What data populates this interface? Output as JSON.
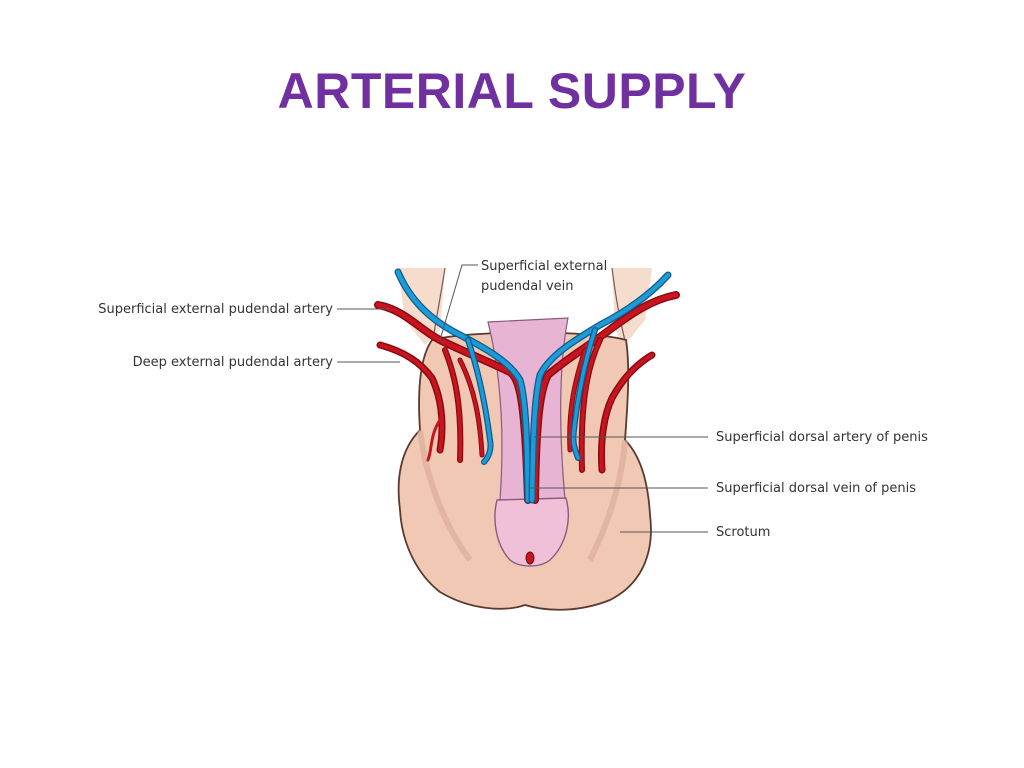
{
  "slide": {
    "title": "ARTERIAL SUPPLY"
  },
  "colors": {
    "title": "#7030a0",
    "artery": "#c8141e",
    "artery_dark": "#8a0a10",
    "vein": "#1e9ad6",
    "vein_dark": "#0c5c8c",
    "skin": "#f0c8b4",
    "skin_edge": "#5a3a30",
    "penis": "#e8b4d4"
  },
  "diagram": {
    "labels": {
      "superficial_external_pudendal_vein_line1": "Superficial external",
      "superficial_external_pudendal_vein_line2": "pudendal vein",
      "superficial_external_pudendal_artery": "Superficial external pudendal artery",
      "deep_external_pudendal_artery": "Deep external pudendal artery",
      "superficial_dorsal_artery_of_penis": "Superficial dorsal artery of penis",
      "superficial_dorsal_vein_of_penis": "Superficial dorsal vein of penis",
      "scrotum": "Scrotum"
    }
  }
}
